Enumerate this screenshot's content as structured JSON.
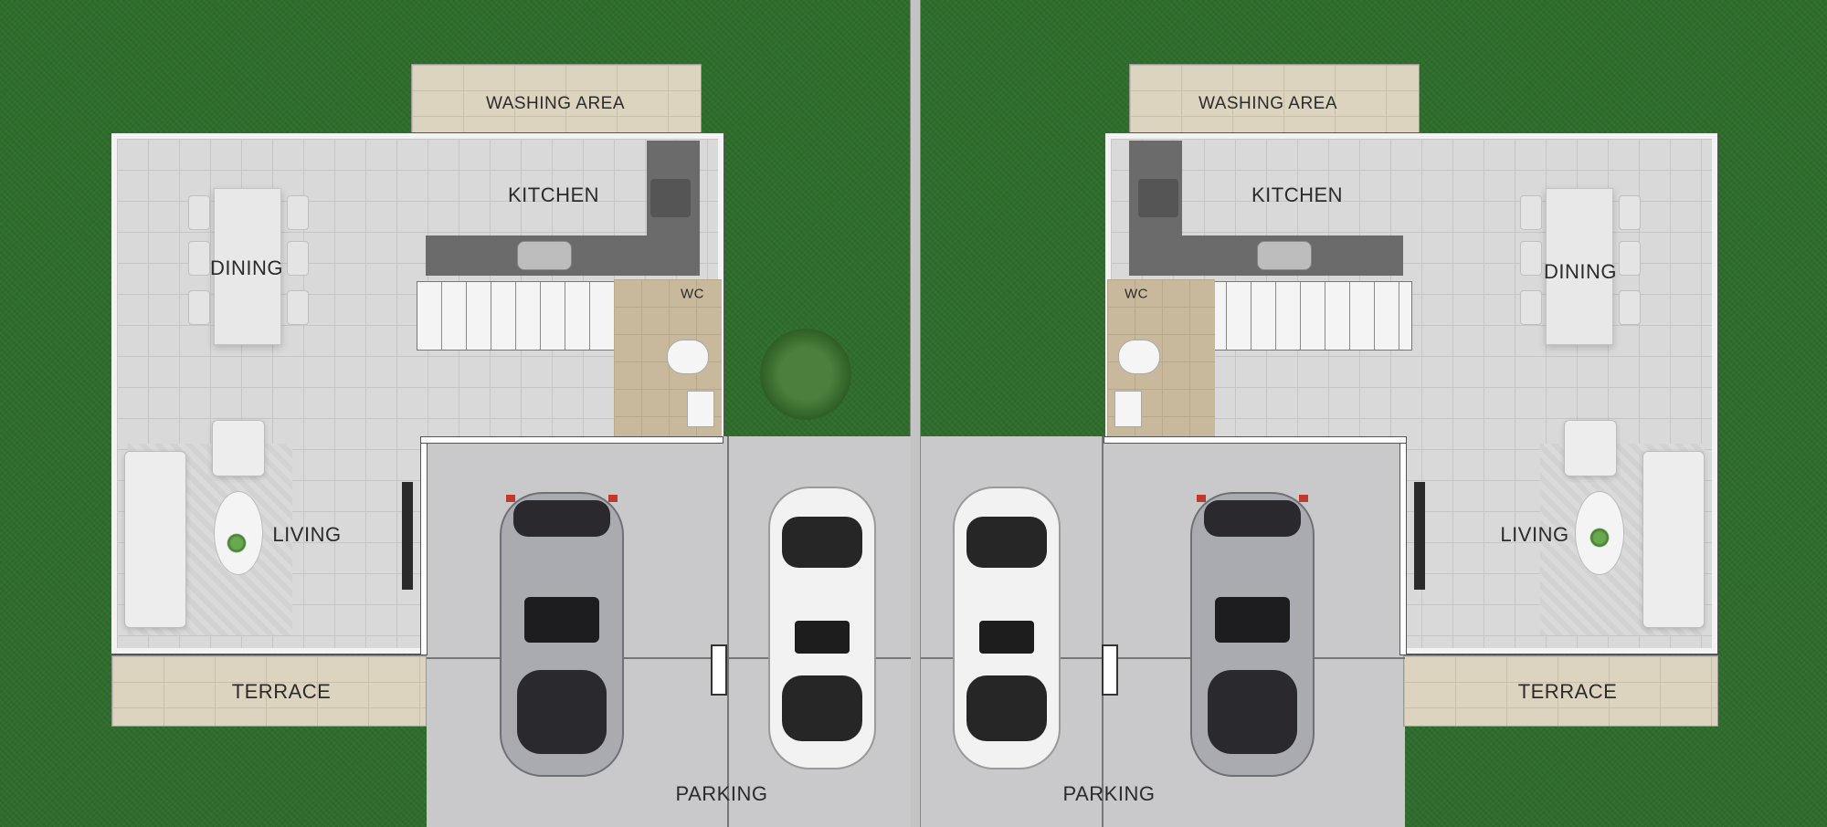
{
  "plan": {
    "left_unit": {
      "washing_area": "WASHING AREA",
      "kitchen": "KITCHEN",
      "dining": "DINING",
      "wc": "WC",
      "living": "LIVING",
      "terrace": "TERRACE",
      "parking": "PARKING"
    },
    "right_unit": {
      "washing_area": "WASHING AREA",
      "kitchen": "KITCHEN",
      "dining": "DINING",
      "wc": "WC",
      "living": "LIVING",
      "terrace": "TERRACE",
      "parking": "PARKING"
    }
  },
  "colors": {
    "grass": "#2f6e2c",
    "floor_tile": "#d9d9d9",
    "terrace": "#ddd4c0",
    "parking": "#c9c9cb",
    "car_silver": "#a9abb0",
    "car_white": "#f2f2f2"
  }
}
